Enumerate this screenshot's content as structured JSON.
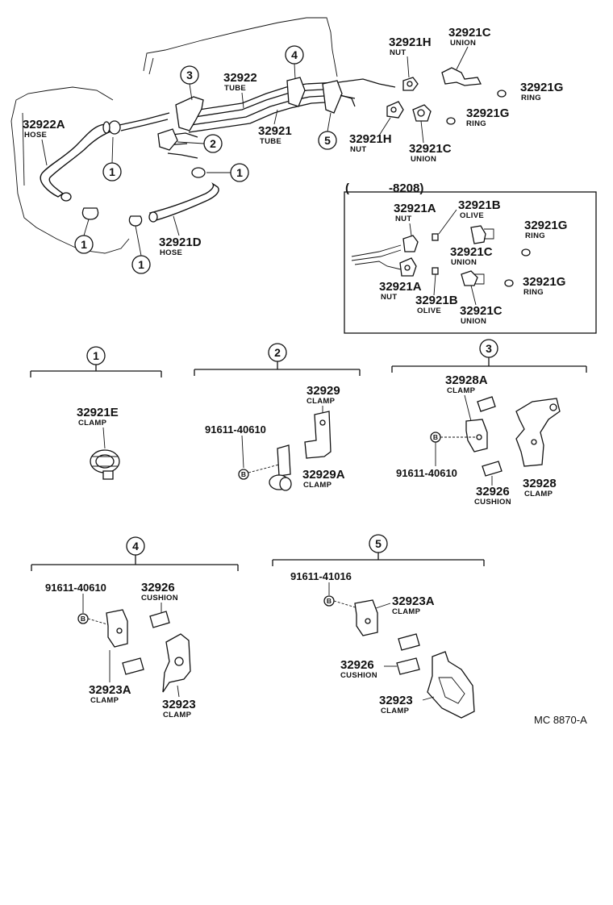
{
  "reference_code": "MC 8870-A",
  "parts": {
    "p32922A": {
      "number": "32922A",
      "name": "HOSE"
    },
    "p32922": {
      "number": "32922",
      "name": "TUBE"
    },
    "p32921": {
      "number": "32921",
      "name": "TUBE"
    },
    "p32921D": {
      "number": "32921D",
      "name": "HOSE"
    },
    "p32921H_top": {
      "number": "32921H",
      "name": "NUT"
    },
    "p32921H_bot": {
      "number": "32921H",
      "name": "NUT"
    },
    "p32921C_top": {
      "number": "32921C",
      "name": "UNION"
    },
    "p32921C_bot": {
      "number": "32921C",
      "name": "UNION"
    },
    "p32921G_top": {
      "number": "32921G",
      "name": "RING"
    },
    "p32921G_mid": {
      "number": "32921G",
      "name": "RING"
    }
  },
  "inset": {
    "date_label": "-8208)",
    "open_paren": "(",
    "parts": {
      "nut1": {
        "number": "32921A",
        "name": "NUT"
      },
      "olive1": {
        "number": "32921B",
        "name": "OLIVE"
      },
      "union1": {
        "number": "32921C",
        "name": "UNION"
      },
      "ring1": {
        "number": "32921G",
        "name": "RING"
      },
      "nut2": {
        "number": "32921A",
        "name": "NUT"
      },
      "olive2": {
        "number": "32921B",
        "name": "OLIVE"
      },
      "union2": {
        "number": "32921C",
        "name": "UNION"
      },
      "ring2": {
        "number": "32921G",
        "name": "RING"
      }
    }
  },
  "callouts": {
    "c1": "1",
    "c2": "2",
    "c3": "3",
    "c4": "4",
    "c5": "5"
  },
  "bolt_symbol": "B",
  "groups": {
    "g1": {
      "number": "1",
      "parts": {
        "a": {
          "number": "32921E",
          "name": "CLAMP"
        }
      }
    },
    "g2": {
      "number": "2",
      "bolt": "91611-40610",
      "parts": {
        "a": {
          "number": "32929",
          "name": "CLAMP"
        },
        "b": {
          "number": "32929A",
          "name": "CLAMP"
        }
      }
    },
    "g3": {
      "number": "3",
      "bolt": "91611-40610",
      "parts": {
        "a": {
          "number": "32928A",
          "name": "CLAMP"
        },
        "b": {
          "number": "32926",
          "name": "CUSHION"
        },
        "c": {
          "number": "32928",
          "name": "CLAMP"
        }
      }
    },
    "g4": {
      "number": "4",
      "bolt": "91611-40610",
      "parts": {
        "a": {
          "number": "32926",
          "name": "CUSHION"
        },
        "b": {
          "number": "32923A",
          "name": "CLAMP"
        },
        "c": {
          "number": "32923",
          "name": "CLAMP"
        }
      }
    },
    "g5": {
      "number": "5",
      "bolt": "91611-41016",
      "parts": {
        "a": {
          "number": "32923A",
          "name": "CLAMP"
        },
        "b": {
          "number": "32926",
          "name": "CUSHION"
        },
        "c": {
          "number": "32923",
          "name": "CLAMP"
        }
      }
    }
  }
}
